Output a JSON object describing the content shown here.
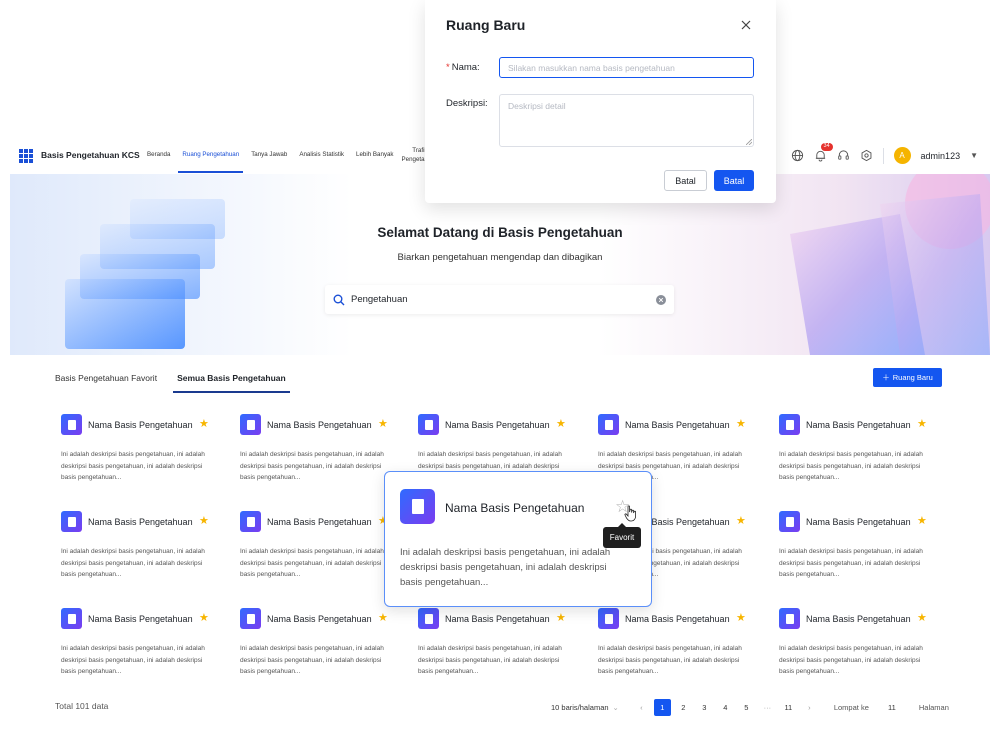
{
  "header": {
    "app_title": "Basis Pengetahuan KCS",
    "nav": [
      {
        "label": "Beranda"
      },
      {
        "label": "Ruang Pengetahuan",
        "active": true
      },
      {
        "label": "Tanya Jawab"
      },
      {
        "label": "Analisis Statistik"
      },
      {
        "label": "Lebih Banyak"
      },
      {
        "label": "Trafik Pengetahuan"
      }
    ],
    "notification_count": "34",
    "user": {
      "initial": "A",
      "name": "admin123"
    },
    "icons": [
      "globe-icon",
      "bell-icon",
      "headset-icon",
      "gear-icon",
      "chevron-down-icon"
    ]
  },
  "hero": {
    "title": "Selamat Datang di Basis Pengetahuan",
    "subtitle": "Biarkan pengetahuan mengendap dan dibagikan",
    "search_value": "Pengetahuan"
  },
  "tabs": [
    {
      "label": "Basis Pengetahuan Favorit",
      "active": false
    },
    {
      "label": "Semua Basis Pengetahuan",
      "active": true
    }
  ],
  "new_button_label": "Ruang Baru",
  "card": {
    "name": "Nama Basis Pengetahuan",
    "description": "Ini adalah deskripsi basis pengetahuan, ini adalah deskripsi basis pengetahuan, ini adalah deskripsi basis pengetahuan..."
  },
  "hover_card": {
    "name": "Nama Basis Pengetahuan",
    "description": "Ini adalah deskripsi basis pengetahuan, ini adalah deskripsi basis pengetahuan, ini adalah deskripsi basis pengetahuan...",
    "tooltip": "Favorit"
  },
  "footer": {
    "total": "Total 101 data",
    "page_size": "10 baris/halaman",
    "pages": [
      "1",
      "2",
      "3",
      "4",
      "5",
      "···",
      "11"
    ],
    "current_page": "1",
    "jump_label": "Lompat ke",
    "jump_value": "11",
    "jump_suffix": "Halaman"
  },
  "modal": {
    "title": "Ruang Baru",
    "name_label": "Nama:",
    "name_required_mark": "*",
    "name_placeholder": "Silakan masukkan nama basis pengetahuan",
    "desc_label": "Deskripsi:",
    "desc_placeholder": "Deskripsi detail",
    "cancel_label": "Batal",
    "ok_label": "Batal"
  },
  "colors": {
    "primary": "#1456f0",
    "star": "#f7b500",
    "badge": "#e5322d",
    "avatar": "#f5b400"
  }
}
